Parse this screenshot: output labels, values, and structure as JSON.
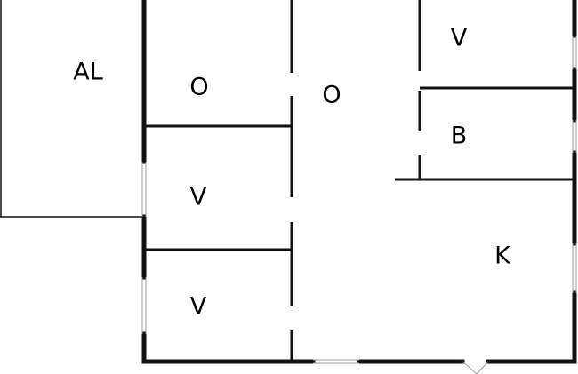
{
  "colors": {
    "wall": "#111111",
    "window": "#9a9a9a",
    "background": "#ffffff"
  },
  "rooms": [
    {
      "id": "al",
      "label": "AL"
    },
    {
      "id": "o-left",
      "label": "O"
    },
    {
      "id": "o-center",
      "label": "O"
    },
    {
      "id": "v-top-right",
      "label": "V"
    },
    {
      "id": "b",
      "label": "B"
    },
    {
      "id": "v-middle",
      "label": "V"
    },
    {
      "id": "v-bottom",
      "label": "V"
    },
    {
      "id": "k",
      "label": "K"
    }
  ]
}
